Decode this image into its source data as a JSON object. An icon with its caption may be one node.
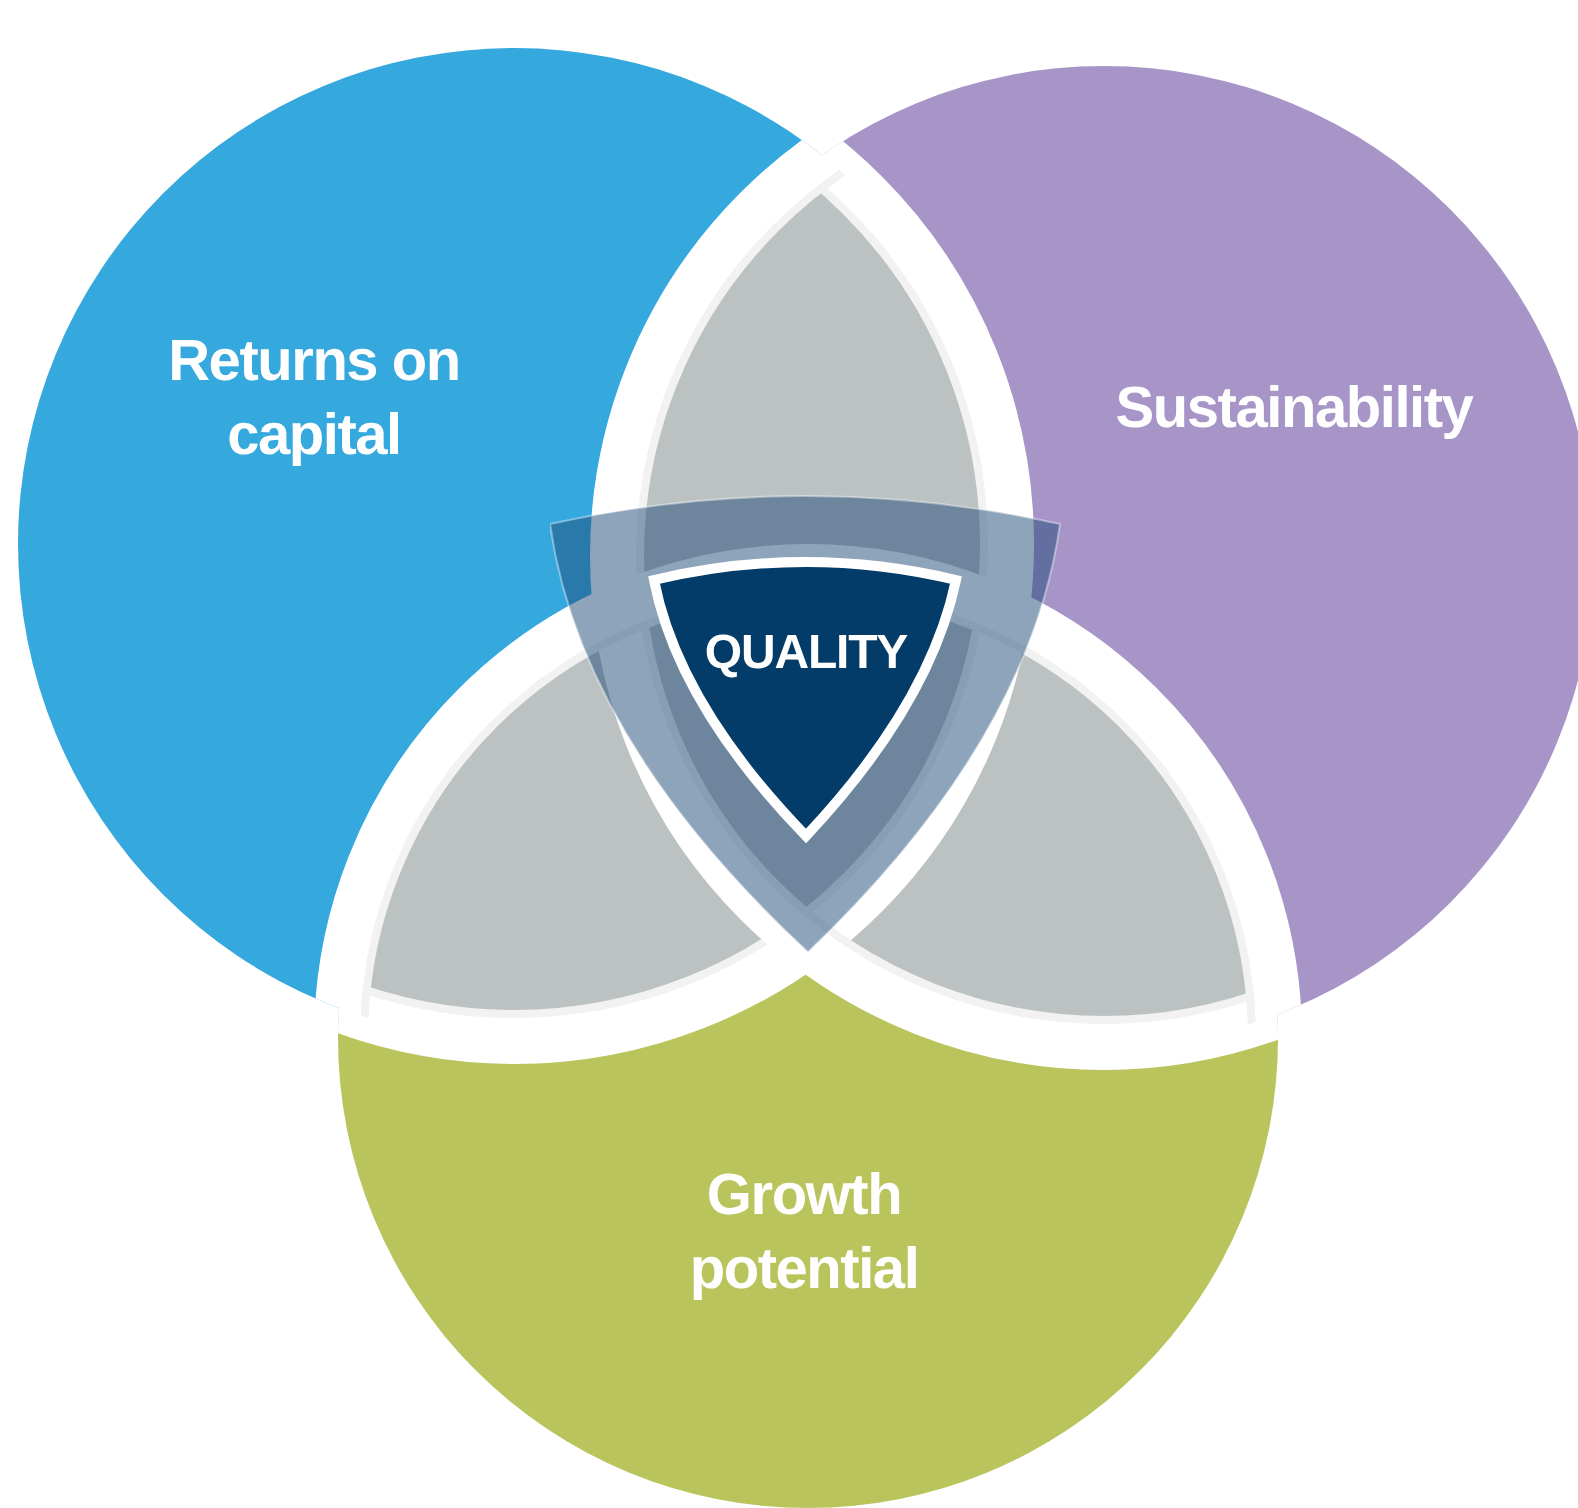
{
  "diagram": {
    "nodes": [
      {
        "text": [
          "Returns on capital"
        ]
      },
      {
        "text": [
          "Sustainability"
        ]
      },
      {
        "text": [
          "Growth potential"
        ]
      },
      {
        "text": [
          "QUALITY"
        ]
      }
    ]
  }
}
